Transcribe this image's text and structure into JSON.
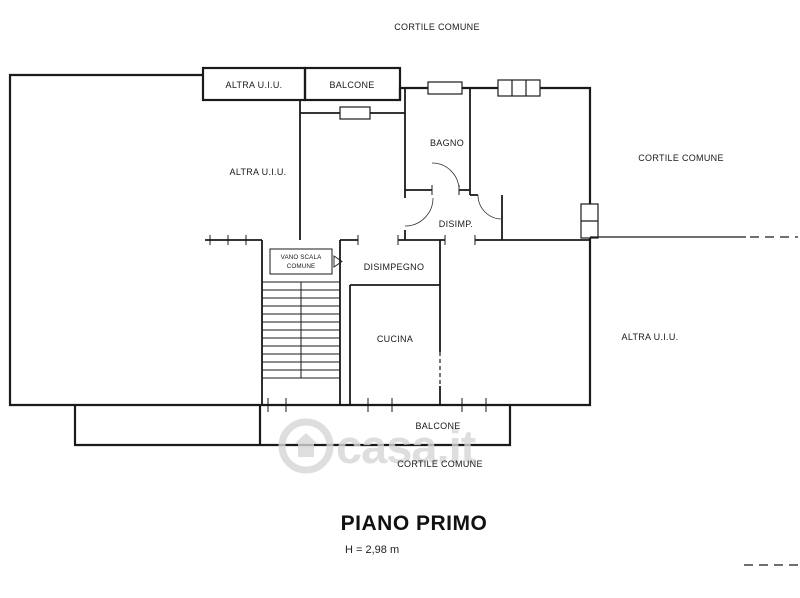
{
  "plan": {
    "title": "PIANO PRIMO",
    "height_note": "H = 2,98 m",
    "watermark_text": "casa.it",
    "labels": {
      "cortile_comune_top": "CORTILE COMUNE",
      "altra_uiu_top": "ALTRA U.I.U.",
      "balcone_top": "BALCONE",
      "bagno": "BAGNO",
      "cortile_comune_right": "CORTILE COMUNE",
      "altra_uiu_left": "ALTRA U.I.U.",
      "disimp": "DISIMP.",
      "vano_scala_line1": "VANO SCALA",
      "vano_scala_line2": "COMUNE",
      "disimpegno": "DISIMPEGNO",
      "altra_uiu_right": "ALTRA U.I.U.",
      "cucina": "CUCINA",
      "balcone_bottom": "BALCONE",
      "cortile_comune_bottom": "CORTILE COMUNE"
    },
    "colors": {
      "wall": "#1a1a1a",
      "watermark": "#d6d6d6",
      "background": "#ffffff"
    }
  }
}
